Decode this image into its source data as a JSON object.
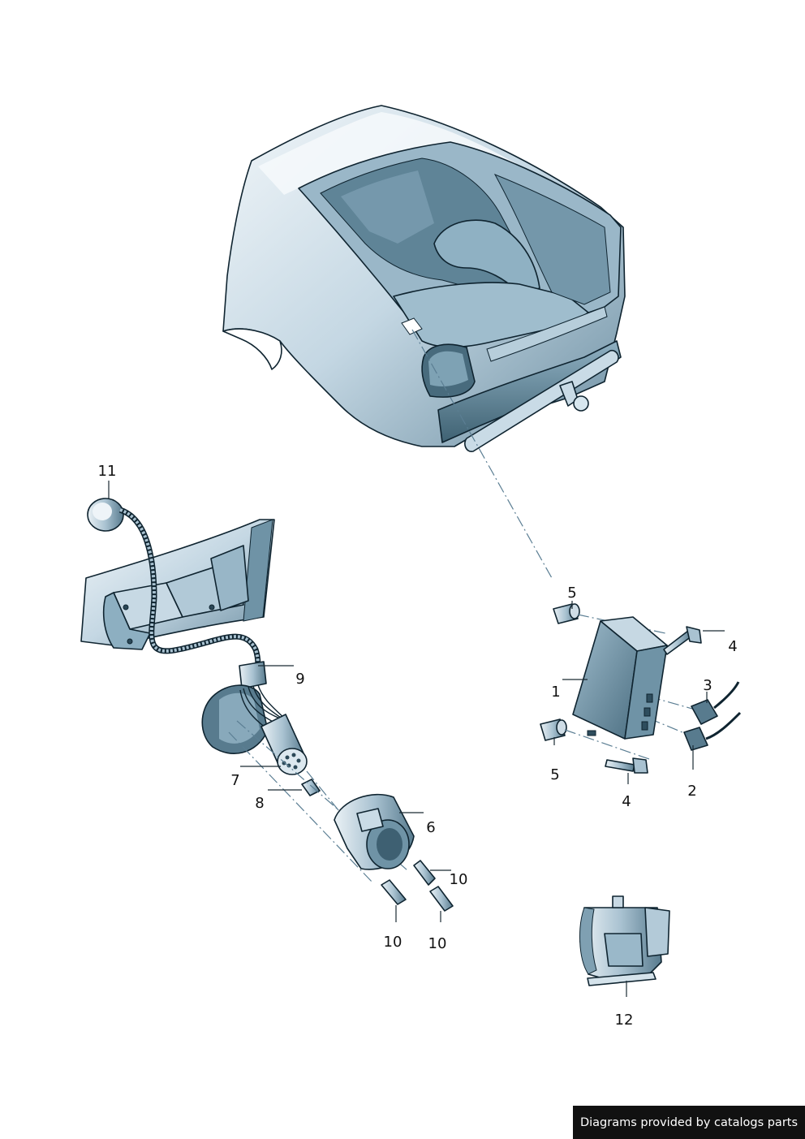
{
  "callouts": {
    "p1": "1",
    "p2": "2",
    "p3": "3",
    "p4a": "4",
    "p4b": "4",
    "p5a": "5",
    "p5b": "5",
    "p6": "6",
    "p7": "7",
    "p8": "8",
    "p9": "9",
    "p10a": "10",
    "p10b": "10",
    "p10c": "10",
    "p11": "11",
    "p12": "12"
  },
  "footer": {
    "text": "Diagrams provided by catalogs parts"
  },
  "colors": {
    "body_light": "#e6eef4",
    "body_mid": "#aec6d6",
    "body_dark": "#5f8396",
    "interior": "#6f93a6",
    "outline": "#0f2430",
    "footer_bg": "#111111"
  }
}
